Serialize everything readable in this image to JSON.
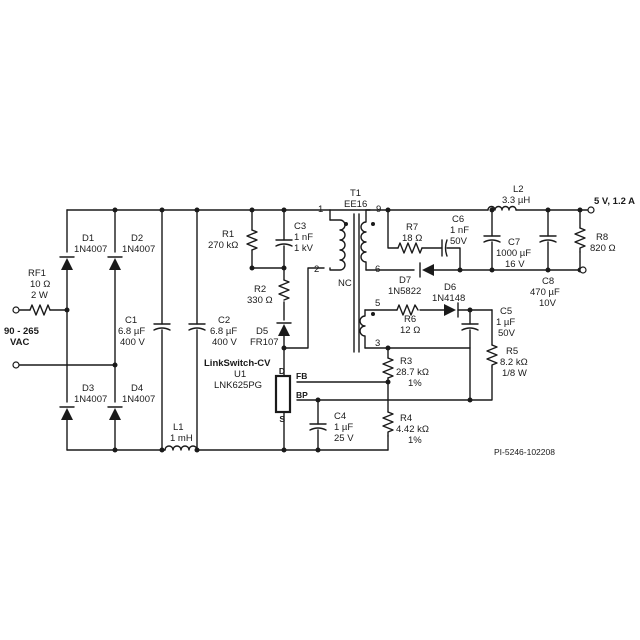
{
  "input": {
    "voltage": "90 - 265",
    "unit": "VAC"
  },
  "output": {
    "label": "5 V, 1.2 A"
  },
  "drawing_id": "PI-5246-102208",
  "ic": {
    "family": "LinkSwitch-CV",
    "ref": "U1",
    "part": "LNK625PG",
    "pin_d": "D",
    "pin_fb": "FB",
    "pin_bp": "BP",
    "pin_s": "S"
  },
  "transformer": {
    "ref": "T1",
    "core": "EE16",
    "pin1": "1",
    "pin2": "2",
    "pin3": "3",
    "pin5": "5",
    "pin6": "6",
    "pin9": "9",
    "nc": "NC"
  },
  "components": {
    "rf1": {
      "ref": "RF1",
      "v1": "10 Ω",
      "v2": "2 W"
    },
    "d1": {
      "ref": "D1",
      "v1": "1N4007"
    },
    "d2": {
      "ref": "D2",
      "v1": "1N4007"
    },
    "d3": {
      "ref": "D3",
      "v1": "1N4007"
    },
    "d4": {
      "ref": "D4",
      "v1": "1N4007"
    },
    "c1": {
      "ref": "C1",
      "v1": "6.8 µF",
      "v2": "400 V"
    },
    "c2": {
      "ref": "C2",
      "v1": "6.8 µF",
      "v2": "400 V"
    },
    "l1": {
      "ref": "L1",
      "v1": "1 mH"
    },
    "r1": {
      "ref": "R1",
      "v1": "270 kΩ"
    },
    "c3": {
      "ref": "C3",
      "v1": "1 nF",
      "v2": "1 kV"
    },
    "r2": {
      "ref": "R2",
      "v1": "330 Ω"
    },
    "d5": {
      "ref": "D5",
      "v1": "FR107"
    },
    "r7": {
      "ref": "R7",
      "v1": "18 Ω"
    },
    "c6": {
      "ref": "C6",
      "v1": "1 nF",
      "v2": "50V"
    },
    "d7": {
      "ref": "D7",
      "v1": "1N5822"
    },
    "l2": {
      "ref": "L2",
      "v1": "3.3 µH"
    },
    "c7": {
      "ref": "C7",
      "v1": "1000 µF",
      "v2": "16 V"
    },
    "c8": {
      "ref": "C8",
      "v1": "470 µF",
      "v2": "10V"
    },
    "r8": {
      "ref": "R8",
      "v1": "820 Ω"
    },
    "r6": {
      "ref": "R6",
      "v1": "12 Ω"
    },
    "d6": {
      "ref": "D6",
      "v1": "1N4148"
    },
    "c5": {
      "ref": "C5",
      "v1": "1 µF",
      "v2": "50V"
    },
    "r5": {
      "ref": "R5",
      "v1": "8.2 kΩ",
      "v2": "1/8 W"
    },
    "r3": {
      "ref": "R3",
      "v1": "28.7 kΩ",
      "v2": "1%"
    },
    "r4": {
      "ref": "R4",
      "v1": "4.42 kΩ",
      "v2": "1%"
    },
    "c4": {
      "ref": "C4",
      "v1": "1 µF",
      "v2": "25 V"
    }
  }
}
